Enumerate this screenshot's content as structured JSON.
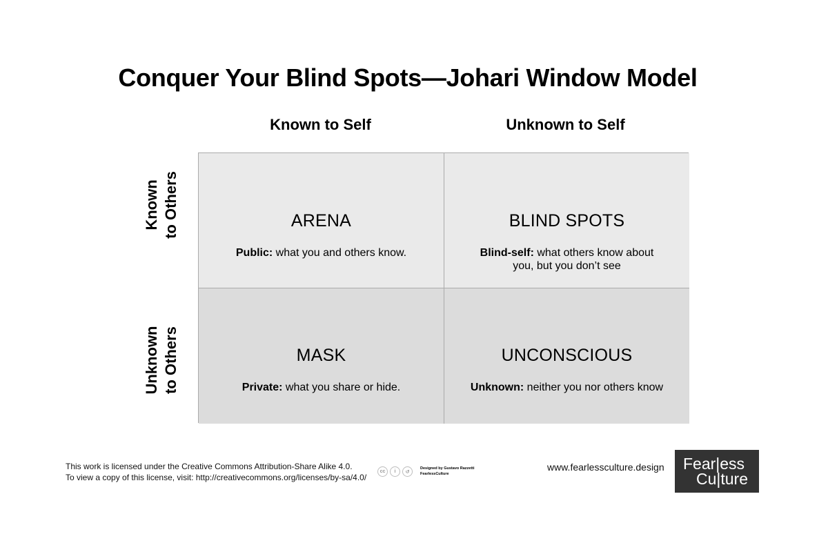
{
  "title": "Conquer Your Blind Spots—Johari Window Model",
  "columns": [
    {
      "label": "Known to Self"
    },
    {
      "label": "Unknown to Self"
    }
  ],
  "rows": [
    {
      "line1": "Known",
      "line2": "to Others"
    },
    {
      "line1": "Unknown",
      "line2": "to Others"
    }
  ],
  "quadrants": {
    "arena": {
      "title": "ARENA",
      "term": "Public:",
      "desc": " what you and others know."
    },
    "blind_spots": {
      "title": "BLIND SPOTS",
      "term": "Blind-self:",
      "desc": " what others know about you, but you don’t see"
    },
    "mask": {
      "title": "MASK",
      "term": "Private:",
      "desc": " what you share or hide."
    },
    "unconscious": {
      "title": "UNCONSCIOUS",
      "term": "Unknown:",
      "desc": " neither you nor others know"
    }
  },
  "colors": {
    "top_row_fill": "#eaeaea",
    "bottom_row_fill": "#dcdcdc",
    "border": "#aaaaaa",
    "logo_bg": "#333333"
  },
  "footer": {
    "license_line1": "This work is licensed under the Creative Commons Attribution-Share Alike 4.0.",
    "license_line2": "To view a copy of this license, visit: http://creativecommons.org/licenses/by-sa/4.0/",
    "cc_icons": [
      {
        "name": "cc-icon",
        "glyph": "cc"
      },
      {
        "name": "attribution-icon",
        "glyph": "i"
      },
      {
        "name": "share-alike-icon",
        "glyph": "↺"
      }
    ],
    "designer_line1": "Designed by Gustavo Razzetti",
    "designer_line2": "FearlessCulture",
    "website": "www.fearlessculture.design",
    "logo_line1": "Fear|ess",
    "logo_line2": "Cu|ture"
  }
}
